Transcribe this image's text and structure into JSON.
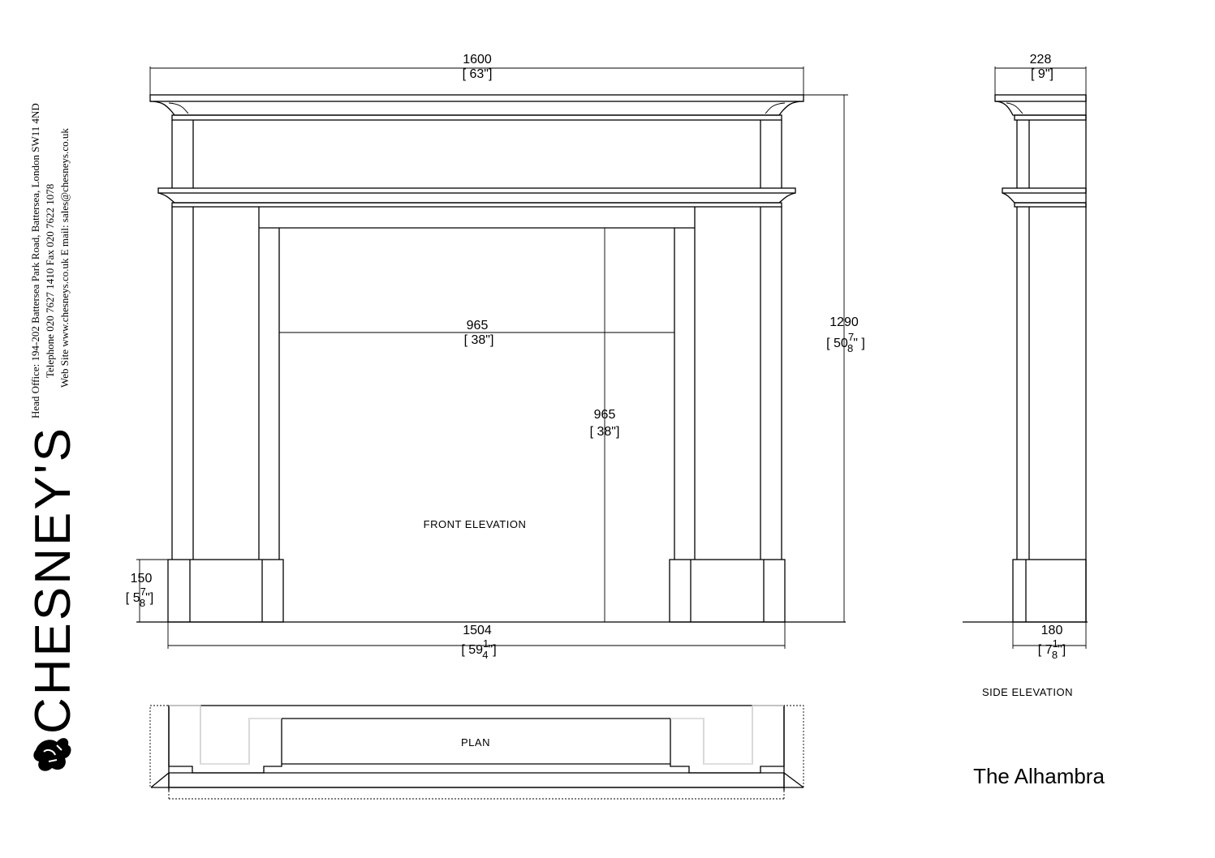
{
  "company": {
    "brand": "CHESNEY'S",
    "address_line1": "Head Office: 194-202 Battersea Park Road, Battersea, London SW11 4ND",
    "address_line2": "Telephone 020 7627 1410 Fax 020 7622 1078",
    "address_line3": "Web Site www.chesneys.co.uk    E mail: sales@chesneys.co.uk"
  },
  "product_name": "The Alhambra",
  "views": {
    "front": "FRONT ELEVATION",
    "side": "SIDE ELEVATION",
    "plan": "PLAN"
  },
  "dimensions": {
    "overall_width": {
      "mm": "1600",
      "in": "[ 63\"]"
    },
    "overall_height": {
      "mm": "1290",
      "in_whole": "[ 50",
      "in_num": "7",
      "in_den": "8",
      "in_close": "\" ]"
    },
    "opening_width": {
      "mm": "965",
      "in": "[ 38\"]"
    },
    "opening_height": {
      "mm": "965",
      "in": "[ 38\"]"
    },
    "plinth_height": {
      "mm": "150",
      "in_whole": "[ 5",
      "in_num": "7",
      "in_den": "8",
      "in_close": "\"]"
    },
    "base_width": {
      "mm": "1504",
      "in_whole": "[ 59",
      "in_num": "1",
      "in_den": "4",
      "in_close": "\"]"
    },
    "shelf_depth": {
      "mm": "228",
      "in": "[ 9\"]"
    },
    "base_depth": {
      "mm": "180",
      "in_whole": "[ 7",
      "in_num": "1",
      "in_den": "8",
      "in_close": "\"]"
    }
  }
}
